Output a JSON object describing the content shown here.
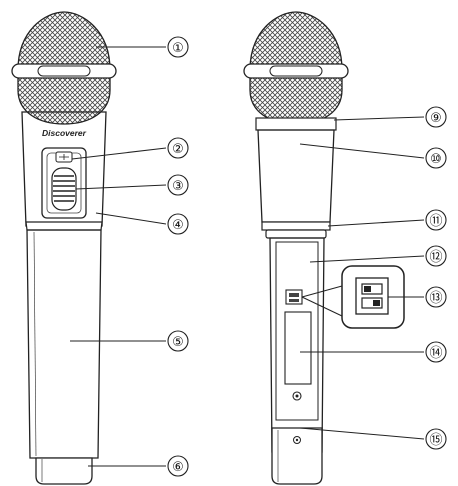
{
  "brand": "Discoverer",
  "callouts": [
    "①",
    "②",
    "③",
    "④",
    "⑤",
    "⑥",
    "⑨",
    "⑩",
    "⑪",
    "⑫",
    "⑬",
    "⑭",
    "⑮"
  ]
}
